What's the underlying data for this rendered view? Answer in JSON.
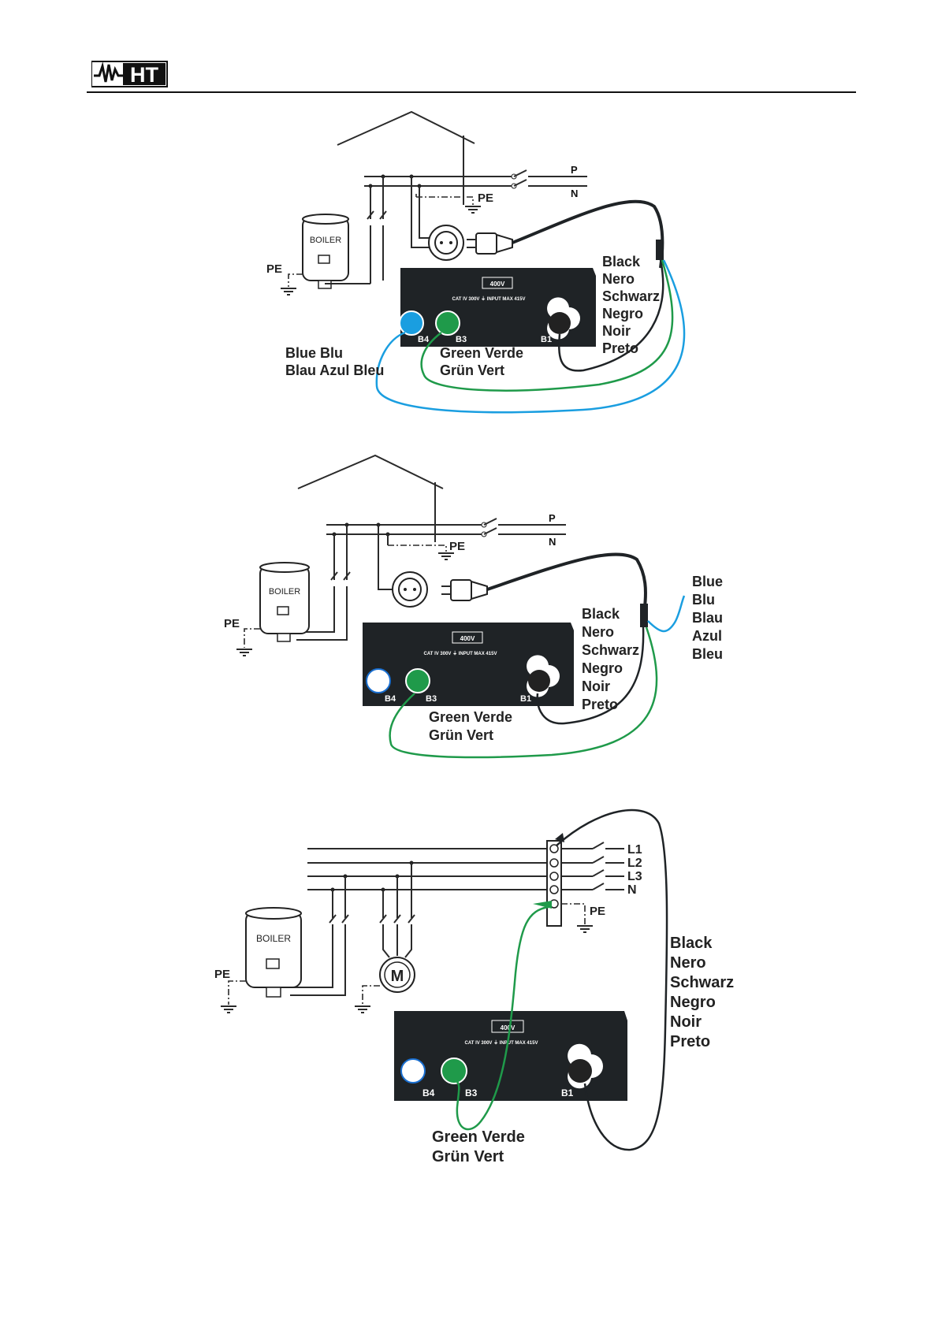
{
  "header": {
    "logo_text": "HT"
  },
  "diagram1": {
    "boiler": "BOILER",
    "pe_house": "PE",
    "pe_boiler": "PE",
    "line_p": "P",
    "line_n": "N",
    "device_rating": "400V",
    "device_cat": "CAT IV 300V ⏚ INPUT MAX 415V",
    "b4": "B4",
    "b3": "B3",
    "b1": "B1",
    "blue_label": [
      "Blue Blu",
      "Blau Azul Bleu"
    ],
    "green_label": [
      "Green Verde",
      "Grün Vert"
    ],
    "black_label": [
      "Black",
      "Nero",
      "Schwarz",
      "Negro",
      "Noir",
      "Preto"
    ],
    "colors": {
      "blue": "#1a9ee0",
      "green": "#1f9a4a",
      "black": "#1f2326"
    }
  },
  "diagram2": {
    "boiler": "BOILER",
    "pe_house": "PE",
    "pe_boiler": "PE",
    "line_p": "P",
    "line_n": "N",
    "device_rating": "400V",
    "device_cat": "CAT IV 300V ⏚ INPUT MAX 415V",
    "b4": "B4",
    "b3": "B3",
    "b1": "B1",
    "blue_label": [
      "Blue",
      "Blu",
      "Blau",
      "Azul",
      "Bleu"
    ],
    "green_label": [
      "Green Verde",
      "Grün Vert"
    ],
    "black_label": [
      "Black",
      "Nero",
      "Schwarz",
      "Negro",
      "Noir",
      "Preto"
    ]
  },
  "diagram3": {
    "boiler": "BOILER",
    "pe_boiler": "PE",
    "pe_bus": "PE",
    "motor": "M",
    "lines": [
      "L1",
      "L2",
      "L3",
      "N"
    ],
    "device_rating": "400V",
    "device_cat": "CAT IV 300V ⏚ INPUT MAX 415V",
    "b4": "B4",
    "b3": "B3",
    "b1": "B1",
    "green_label": [
      "Green Verde",
      "Grün Vert"
    ],
    "black_label": [
      "Black",
      "Nero",
      "Schwarz",
      "Negro",
      "Noir",
      "Preto"
    ]
  }
}
